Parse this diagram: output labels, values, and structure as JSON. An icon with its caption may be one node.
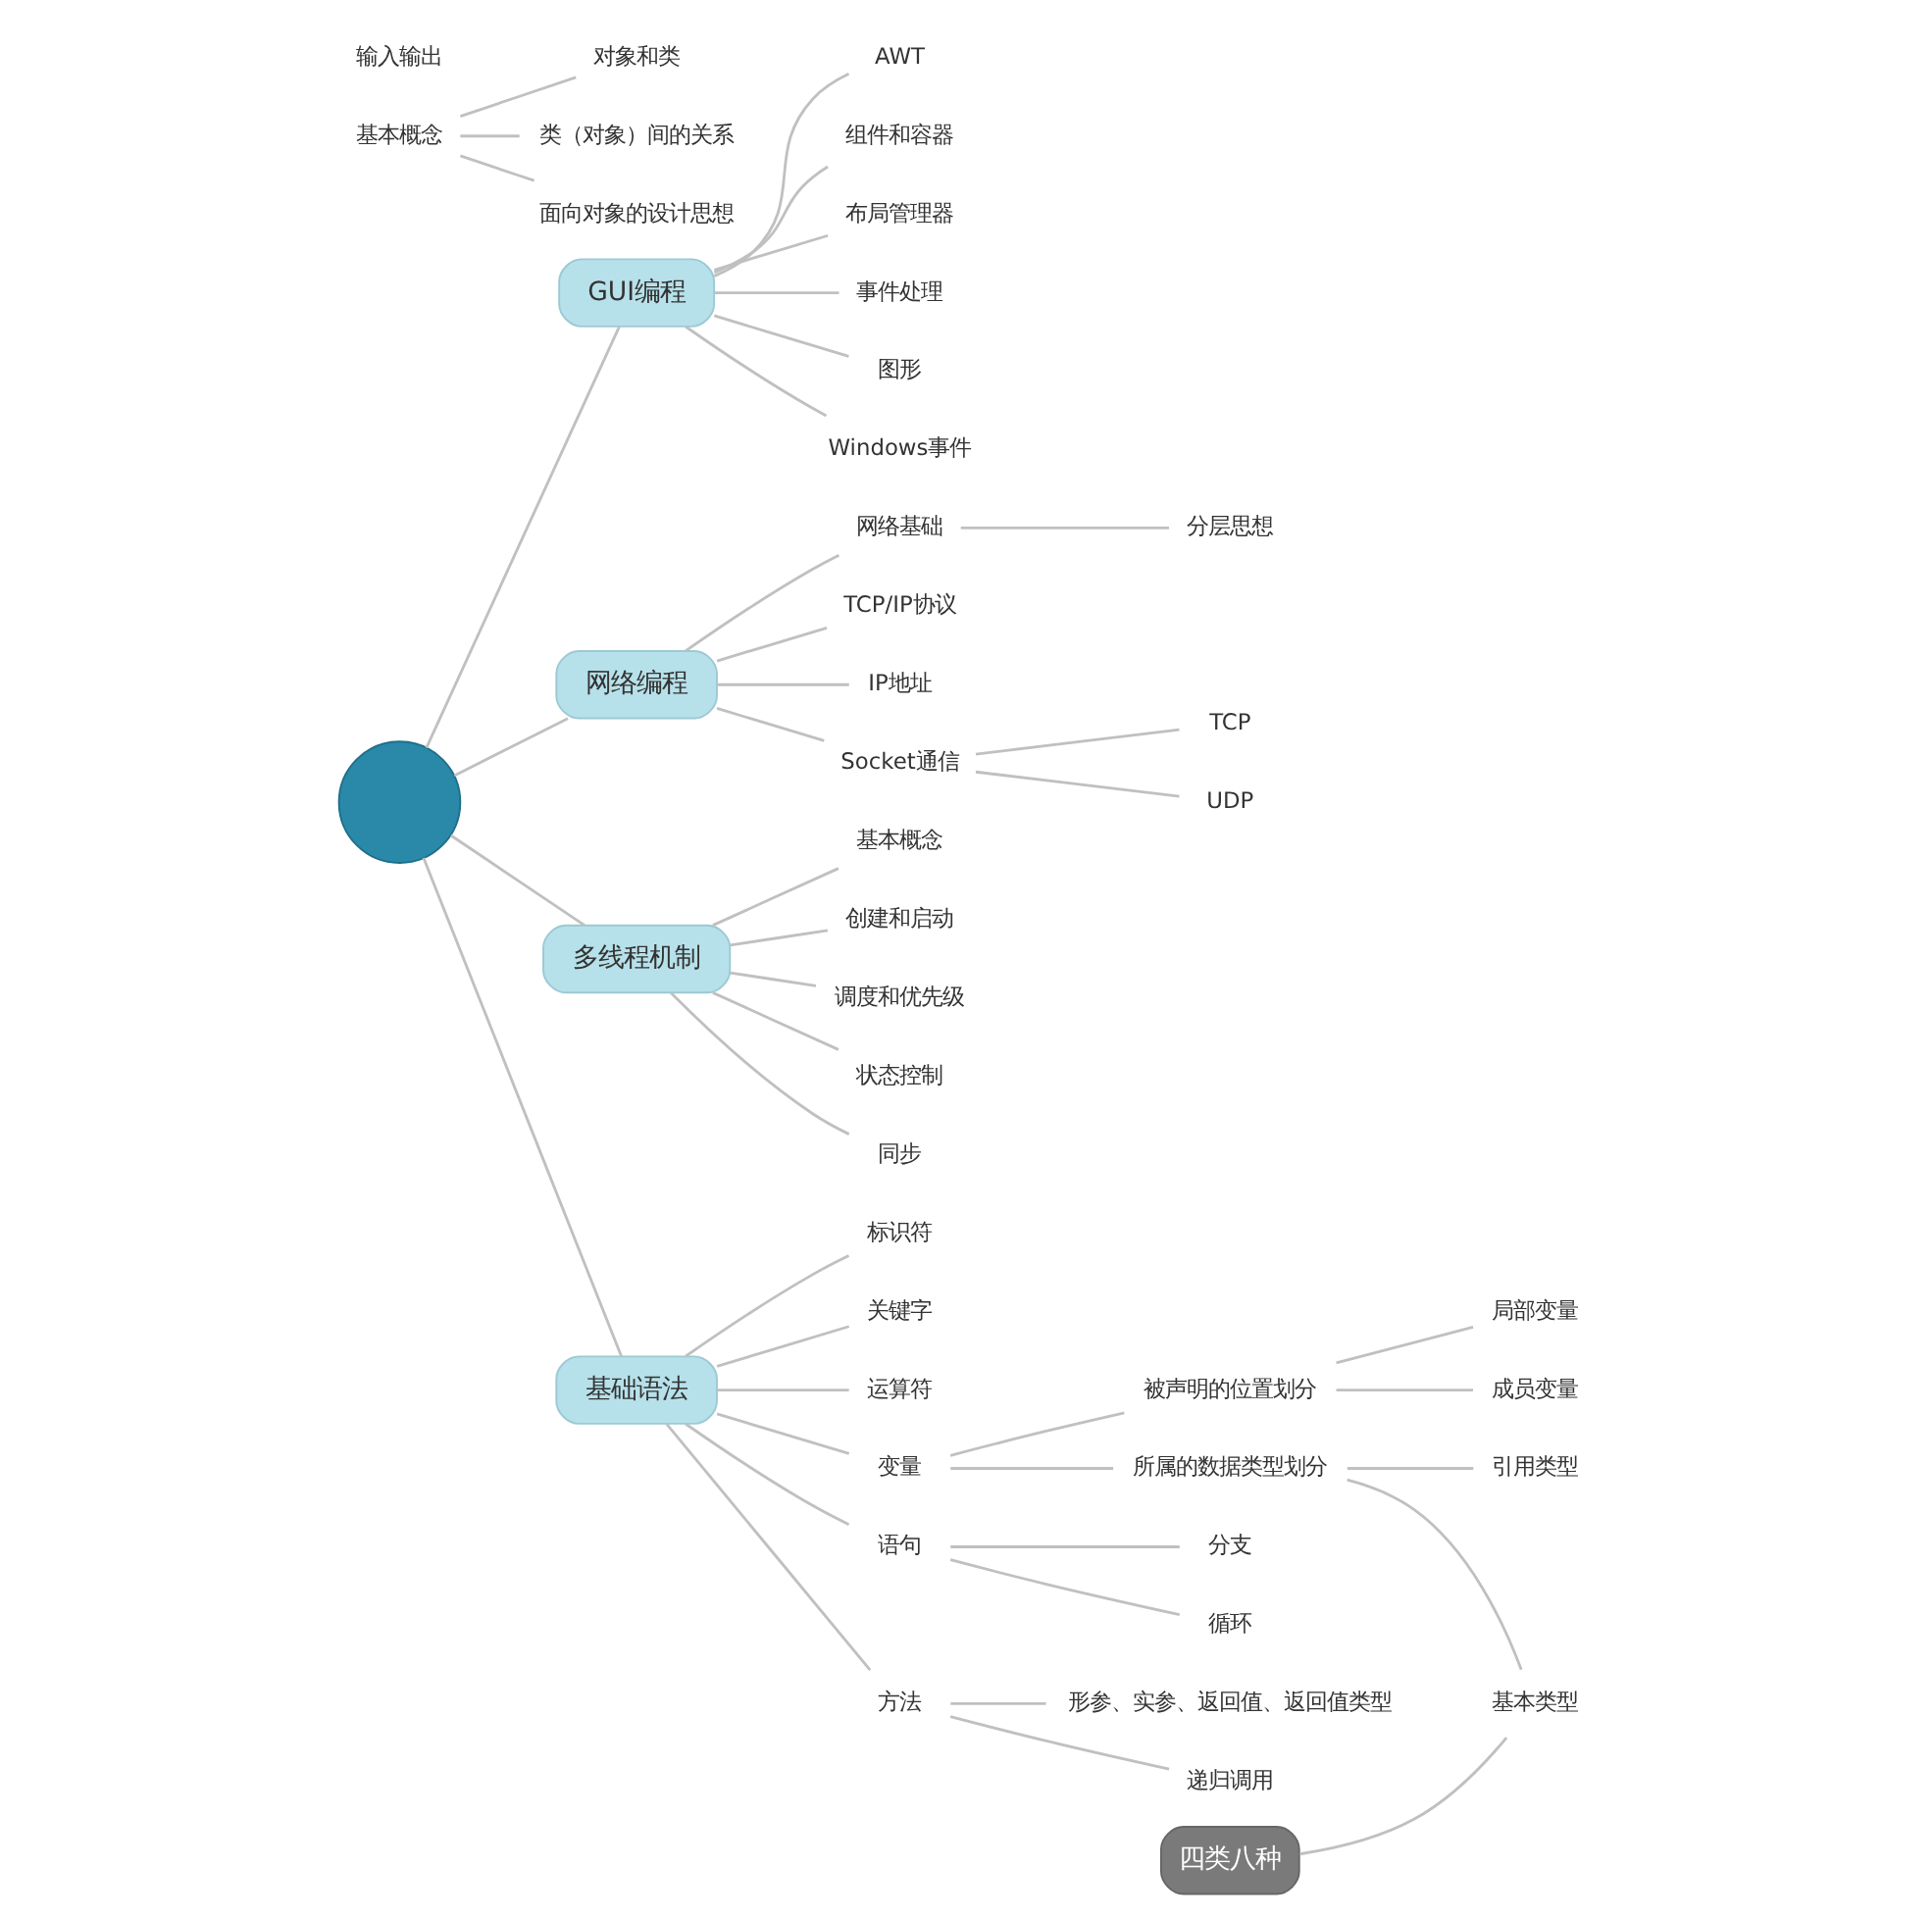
{
  "diagram": {
    "nodes": [
      {
        "text": [],
        "shape": "circle"
      },
      {
        "text": [
          "GUI编程"
        ]
      },
      {
        "text": [
          "AWT"
        ]
      },
      {
        "text": [
          "组件和容器"
        ]
      },
      {
        "text": [
          "布局管理器"
        ]
      },
      {
        "text": [
          "事件处理"
        ]
      },
      {
        "text": [
          "图形"
        ]
      },
      {
        "text": [
          "Windows事件"
        ]
      },
      {
        "text": [
          "网络编程"
        ]
      },
      {
        "text": [
          "网络基础"
        ]
      },
      {
        "text": [
          "分层思想"
        ]
      },
      {
        "text": [
          "TCP/IP协议"
        ]
      },
      {
        "text": [
          "IP地址"
        ]
      },
      {
        "text": [
          "Socket通信"
        ]
      },
      {
        "text": [
          "TCP"
        ]
      },
      {
        "text": [
          "UDP"
        ]
      },
      {
        "text": [
          "多线程机制"
        ]
      },
      {
        "text": [
          "基本概念"
        ]
      },
      {
        "text": [
          "创建和启动"
        ]
      },
      {
        "text": [
          "调度和优先级"
        ]
      },
      {
        "text": [
          "状态控制"
        ]
      },
      {
        "text": [
          "同步"
        ]
      },
      {
        "text": [
          "基础语法"
        ]
      },
      {
        "text": [
          "标识符"
        ]
      },
      {
        "text": [
          "关键字"
        ]
      },
      {
        "text": [
          "运算符"
        ]
      },
      {
        "text": [
          "变量"
        ]
      },
      {
        "text": [
          "被声明的位置划分"
        ]
      },
      {
        "text": [
          "局部变量"
        ]
      },
      {
        "text": [
          "成员变量"
        ]
      },
      {
        "text": [
          "所属的数据类型划分"
        ]
      },
      {
        "text": [
          "基本类型"
        ]
      },
      {
        "text": [
          "引用类型"
        ]
      },
      {
        "text": [
          "四类八种"
        ]
      },
      {
        "text": [
          "语句"
        ]
      },
      {
        "text": [
          "分支"
        ]
      },
      {
        "text": [
          "循环"
        ]
      },
      {
        "text": [
          "方法"
        ]
      },
      {
        "text": [
          "形参、实参、返回值、返回值类型"
        ]
      },
      {
        "text": [
          "递归调用"
        ]
      },
      {
        "text": [
          "基本概念"
        ]
      },
      {
        "text": [
          "对象和类"
        ]
      },
      {
        "text": [
          "类（对象）间的关系"
        ]
      },
      {
        "text": [
          "面向对象的设计思想"
        ]
      }
    ],
    "edges": [
      {
        "from": 0,
        "to": 1,
        "arrow": "none"
      },
      {
        "from": 1,
        "to": 2,
        "arrow": "none"
      },
      {
        "from": 1,
        "to": 3,
        "arrow": "none"
      },
      {
        "from": 1,
        "to": 4,
        "arrow": "none"
      },
      {
        "from": 1,
        "to": 5,
        "arrow": "none"
      },
      {
        "from": 1,
        "to": 6,
        "arrow": "none"
      },
      {
        "from": 1,
        "to": 7,
        "arrow": "none"
      },
      {
        "from": 0,
        "to": 8,
        "arrow": "none"
      },
      {
        "from": 8,
        "to": 9,
        "arrow": "none"
      },
      {
        "from": 9,
        "to": 10,
        "arrow": "none"
      },
      {
        "from": 8,
        "to": 11,
        "arrow": "none"
      },
      {
        "from": 8,
        "to": 12,
        "arrow": "none"
      },
      {
        "from": 8,
        "to": 13,
        "arrow": "none"
      },
      {
        "from": 13,
        "to": 14,
        "arrow": "none"
      },
      {
        "from": 13,
        "to": 15,
        "arrow": "none"
      },
      {
        "from": 0,
        "to": 16,
        "arrow": "none"
      },
      {
        "from": 16,
        "to": 17,
        "arrow": "none"
      },
      {
        "from": 16,
        "to": 18,
        "arrow": "none"
      },
      {
        "from": 16,
        "to": 19,
        "arrow": "none"
      },
      {
        "from": 16,
        "to": 20,
        "arrow": "none"
      },
      {
        "from": 16,
        "to": 21,
        "arrow": "none"
      },
      {
        "from": 0,
        "to": 22,
        "arrow": "none"
      },
      {
        "from": 22,
        "to": 23,
        "arrow": "none"
      },
      {
        "from": 22,
        "to": 24,
        "arrow": "none"
      },
      {
        "from": 22,
        "to": 25,
        "arrow": "none"
      },
      {
        "from": 22,
        "to": 26,
        "arrow": "none"
      },
      {
        "from": 26,
        "to": 27,
        "arrow": "none"
      },
      {
        "from": 27,
        "to": 28,
        "arrow": "none"
      },
      {
        "from": 27,
        "to": 29,
        "arrow": "none"
      },
      {
        "from": 26,
        "to": 30,
        "arrow": "none"
      },
      {
        "from": 30,
        "to": 31,
        "arrow": "none"
      },
      {
        "from": 30,
        "to": 32,
        "arrow": "none"
      },
      {
        "from": 33,
        "to": 31,
        "arrow": "none"
      },
      {
        "from": 22,
        "to": 34,
        "arrow": "none"
      },
      {
        "from": 34,
        "to": 35,
        "arrow": "none"
      },
      {
        "from": 34,
        "to": 36,
        "arrow": "none"
      },
      {
        "from": 22,
        "to": 37,
        "arrow": "none"
      },
      {
        "from": 37,
        "to": 38,
        "arrow": "none"
      },
      {
        "from": 37,
        "to": 39,
        "arrow": "none"
      },
      {
        "from": 40,
        "to": 41,
        "arrow": "none"
      },
      {
        "from": 40,
        "to": 42,
        "arrow": "none"
      },
      {
        "from": 40,
        "to": 43,
        "arrow": "none"
      }
    ],
    "labels": [
      "输入输出"
    ]
  }
}
